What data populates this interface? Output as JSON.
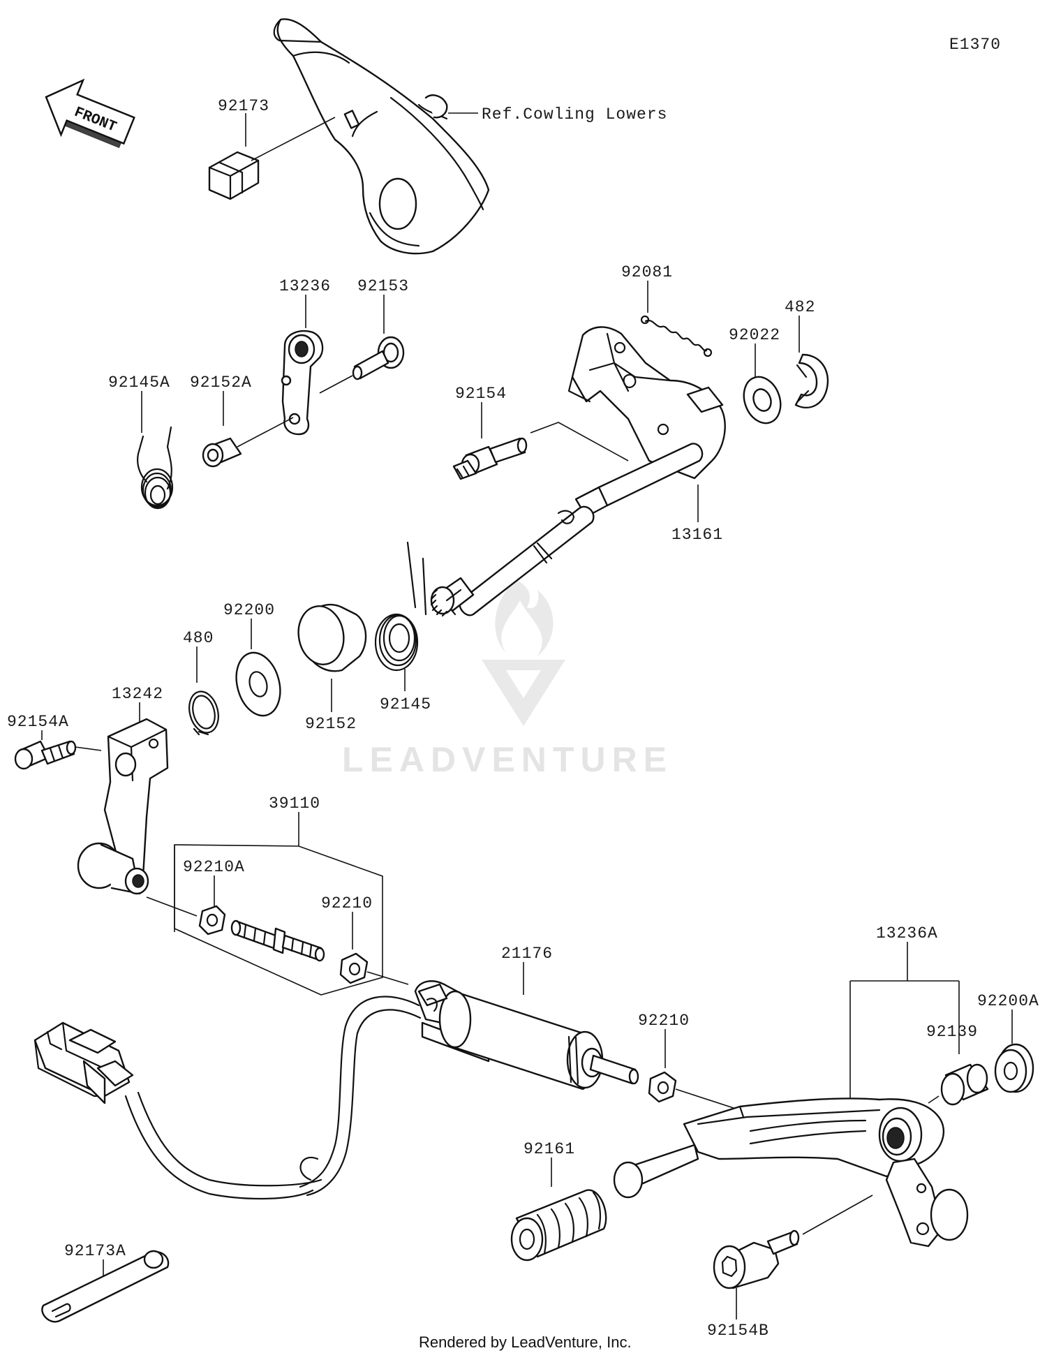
{
  "diagram_code": "E1370",
  "front_label": "FRONT",
  "reference_note": "Ref.Cowling Lowers",
  "watermark": "LEADVENTURE",
  "footer": "Rendered by LeadVenture, Inc.",
  "callouts": {
    "p92173": "92173",
    "p13236": "13236",
    "p92153": "92153",
    "p92145A": "92145A",
    "p92152A": "92152A",
    "p92081": "92081",
    "p482": "482",
    "p92022": "92022",
    "p92154": "92154",
    "p13161": "13161",
    "p92200": "92200",
    "p480": "480",
    "p13242": "13242",
    "p92154A": "92154A",
    "p92152": "92152",
    "p92145": "92145",
    "p39110": "39110",
    "p92210A": "92210A",
    "p92210a": "92210",
    "p21176": "21176",
    "p92210b": "92210",
    "p13236A": "13236A",
    "p92200A": "92200A",
    "p92139": "92139",
    "p92161": "92161",
    "p92154B": "92154B",
    "p92173A": "92173A"
  }
}
